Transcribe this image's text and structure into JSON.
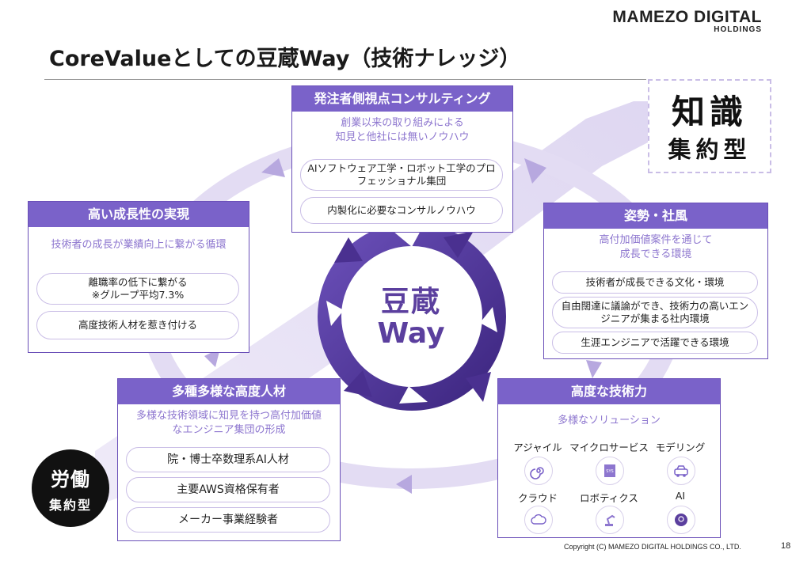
{
  "logo": {
    "main": "MAMEZO DIGITAL",
    "sub": "HOLDINGS"
  },
  "title": "CoreValueとしての豆蔵Way（技術ナレッジ）",
  "badge_knowledge": {
    "big": "知識",
    "small": "集約型"
  },
  "badge_labor": {
    "big": "労働",
    "small": "集約型"
  },
  "center": {
    "line1": "豆蔵",
    "line2": "Way"
  },
  "cards": {
    "consulting": {
      "title": "発注者側視点コンサルティング",
      "subtitle1": "創業以来の取り組みによる",
      "subtitle2": "知見と他社には無いノウハウ",
      "items": [
        "AIソフトウェア工学・ロボット工学のプロフェッショナル集団",
        "内製化に必要なコンサルノウハウ"
      ]
    },
    "growth": {
      "title": "高い成長性の実現",
      "subtitle1": "技術者の成長が業績向上に繋がる循環",
      "items": [
        "離職率の低下に繋がる",
        "※グループ平均7.3%",
        "高度技術人材を惹き付ける"
      ]
    },
    "culture": {
      "title": "姿勢・社風",
      "subtitle1": "高付加価値案件を通じて",
      "subtitle2": "成長できる環境",
      "items": [
        "技術者が成長できる文化・環境",
        "自由闊達に議論ができ、技術力の高いエンジニアが集まる社内環境",
        "生涯エンジニアで活躍できる環境"
      ]
    },
    "talent": {
      "title": "多種多様な高度人材",
      "subtitle1": "多様な技術領域に知見を持つ高付加価値",
      "subtitle2": "なエンジニア集団の形成",
      "items": [
        "院・博士卒数理系AI人材",
        "主要AWS資格保有者",
        "メーカー事業経験者"
      ]
    },
    "tech": {
      "title": "高度な技術力",
      "subtitle1": "多様なソリューション",
      "solutions": [
        {
          "label": "アジャイル",
          "icon": "spiral-icon"
        },
        {
          "label": "マイクロサービス",
          "icon": "document-icon"
        },
        {
          "label": "モデリング",
          "icon": "car-icon"
        },
        {
          "label": "クラウド",
          "icon": "cloud-icon"
        },
        {
          "label": "ロボティクス",
          "icon": "robot-arm-icon"
        },
        {
          "label": "AI",
          "icon": "ai-head-icon"
        }
      ]
    }
  },
  "footer": {
    "copyright": "Copyright (C) MAMEZO DIGITAL HOLDINGS CO., LTD.",
    "page": "18"
  },
  "colors": {
    "accent": "#7a62c9",
    "dark_purple": "#5b3f9e",
    "light_purple": "#e8e2f5"
  }
}
